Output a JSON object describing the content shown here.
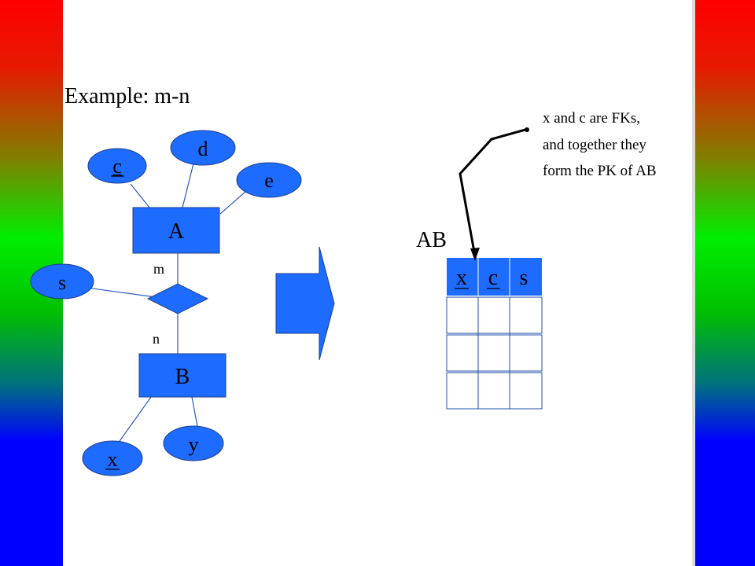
{
  "title": "Example: m-n",
  "colors": {
    "shape_fill": "#1e6bff",
    "stroke": "#000000",
    "line": "#1f4fa8"
  },
  "er": {
    "entity_a": "A",
    "entity_b": "B",
    "attr_c": "c",
    "attr_d": "d",
    "attr_e": "e",
    "attr_s": "s",
    "attr_x": "x",
    "attr_y": "y",
    "card_m": "m",
    "card_n": "n"
  },
  "table": {
    "name": "AB",
    "columns": [
      "x",
      "c",
      "s"
    ]
  },
  "note": {
    "line1": "x and c are FKs,",
    "line2": "and together they",
    "line3": "form the PK of AB"
  }
}
